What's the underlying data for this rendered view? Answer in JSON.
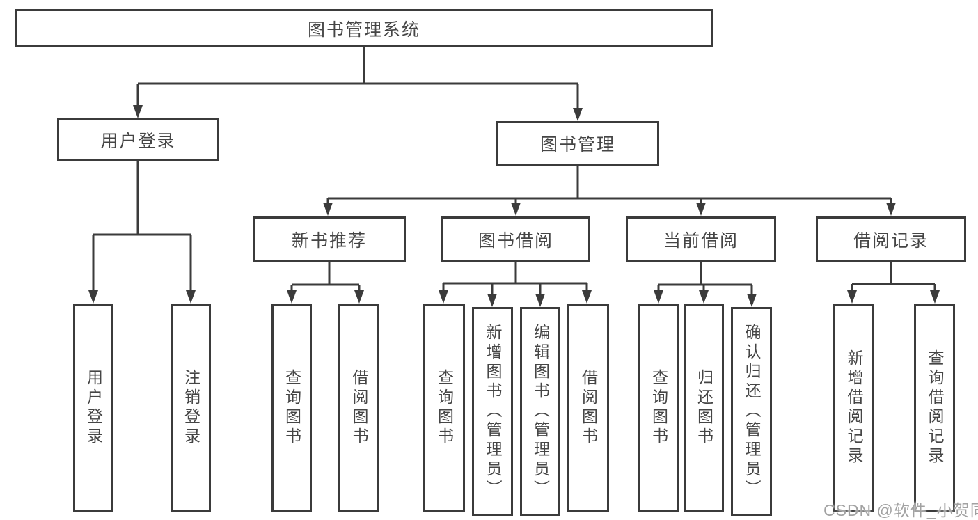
{
  "colors": {
    "line": "#3b3b3b",
    "box_border": "#3b3b3b",
    "text": "#454545",
    "watermark": "#a2a2a2",
    "background": "#ffffff"
  },
  "watermark": "CSDN @软件_小贺同学",
  "tree": {
    "root": "图书管理系统",
    "branches": [
      {
        "label": "用户登录",
        "children": [
          "用户登录",
          "注销登录"
        ]
      },
      {
        "label": "图书管理",
        "sections": [
          {
            "label": "新书推荐",
            "children": [
              "查询图书",
              "借阅图书"
            ]
          },
          {
            "label": "图书借阅",
            "children": [
              "查询图书",
              "新增图书（管理员）",
              "编辑图书（管理员）",
              "借阅图书"
            ]
          },
          {
            "label": "当前借阅",
            "children": [
              "查询图书",
              "归还图书",
              "确认归还（管理员）"
            ]
          },
          {
            "label": "借阅记录",
            "children": [
              "新增借阅记录",
              "查询借阅记录"
            ]
          }
        ]
      }
    ]
  }
}
